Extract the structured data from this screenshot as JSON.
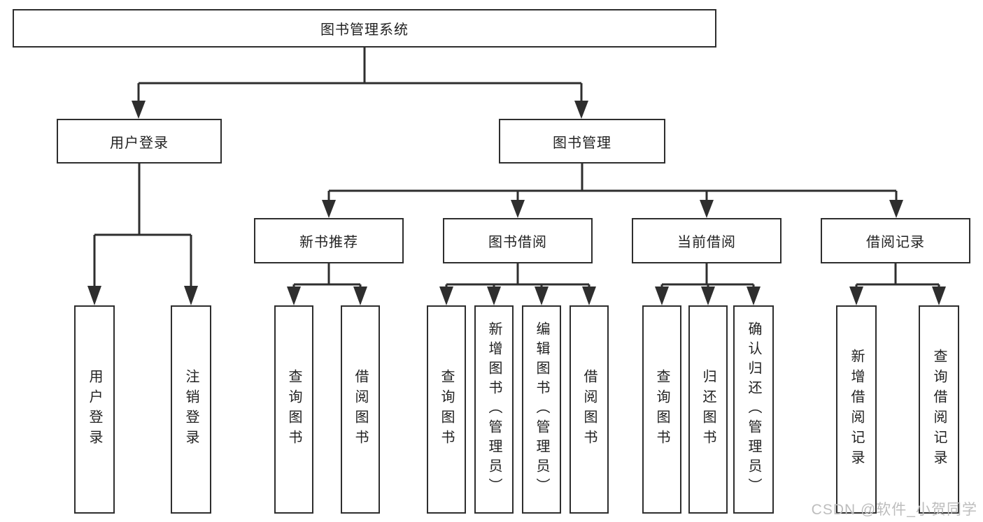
{
  "diagram": {
    "root": {
      "label": "图书管理系统"
    },
    "level2": [
      {
        "label": "用户登录"
      },
      {
        "label": "图书管理"
      }
    ],
    "level3": [
      {
        "label": "新书推荐"
      },
      {
        "label": "图书借阅"
      },
      {
        "label": "当前借阅"
      },
      {
        "label": "借阅记录"
      }
    ],
    "leaves": {
      "user_login": [
        {
          "label": "用户登录"
        },
        {
          "label": "注销登录"
        }
      ],
      "new_book": [
        {
          "label": "查询图书"
        },
        {
          "label": "借阅图书"
        }
      ],
      "book_borrow": [
        {
          "label": "查询图书"
        },
        {
          "label": "新增图书（管理员）"
        },
        {
          "label": "编辑图书（管理员）"
        },
        {
          "label": "借阅图书"
        }
      ],
      "current_borrow": [
        {
          "label": "查询图书"
        },
        {
          "label": "归还图书"
        },
        {
          "label": "确认归还（管理员）"
        }
      ],
      "borrow_records": [
        {
          "label": "新增借阅记录"
        },
        {
          "label": "查询借阅记录"
        }
      ]
    }
  },
  "watermark": {
    "text": "CSDN @软件_小贺同学"
  },
  "colors": {
    "line": "#2e2e2e",
    "box_border": "#2e2e2e",
    "box_fill": "#ffffff",
    "text": "#222222",
    "watermark": "#bdbdbd",
    "background": "#ffffff"
  }
}
